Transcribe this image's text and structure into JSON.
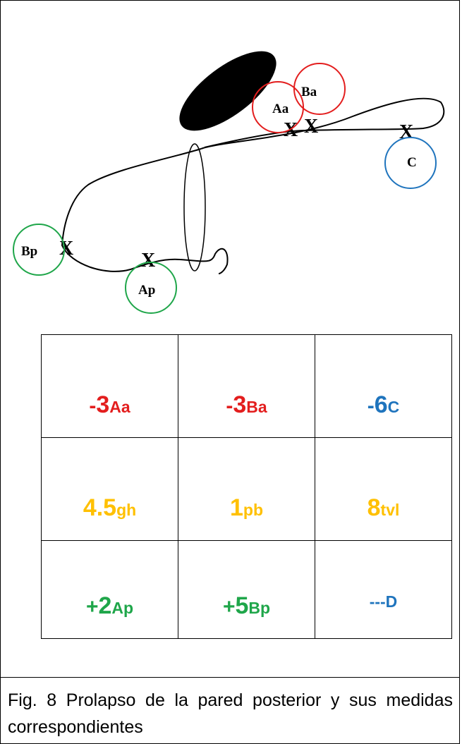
{
  "colors": {
    "anterior": "#E31E1E",
    "apex": "#1F74BD",
    "middle": "#FFC000",
    "posterior": "#1FA64A"
  },
  "diagram": {
    "points": {
      "Aa": "Aa",
      "Ba": "Ba",
      "C": "C",
      "Bp": "Bp",
      "Ap": "Ap"
    }
  },
  "table": {
    "rows": [
      [
        {
          "value": "-3",
          "label": "Aa",
          "color": "#E31E1E"
        },
        {
          "value": "-3",
          "label": "Ba",
          "color": "#E31E1E"
        },
        {
          "value": "-6",
          "label": "C",
          "color": "#1F74BD"
        }
      ],
      [
        {
          "value": "4.5",
          "label": "gh",
          "color": "#FFC000"
        },
        {
          "value": "1",
          "label": "pb",
          "color": "#FFC000"
        },
        {
          "value": "8",
          "label": "tvl",
          "color": "#FFC000"
        }
      ],
      [
        {
          "value": "+2",
          "label": "Ap",
          "color": "#1FA64A"
        },
        {
          "value": "+5",
          "label": "Bp",
          "color": "#1FA64A"
        },
        {
          "value": "---",
          "label": "D",
          "color": "#1F74BD"
        }
      ]
    ]
  },
  "caption": "Fig. 8 Prolapso de la pared posterior y sus medidas correspondientes"
}
